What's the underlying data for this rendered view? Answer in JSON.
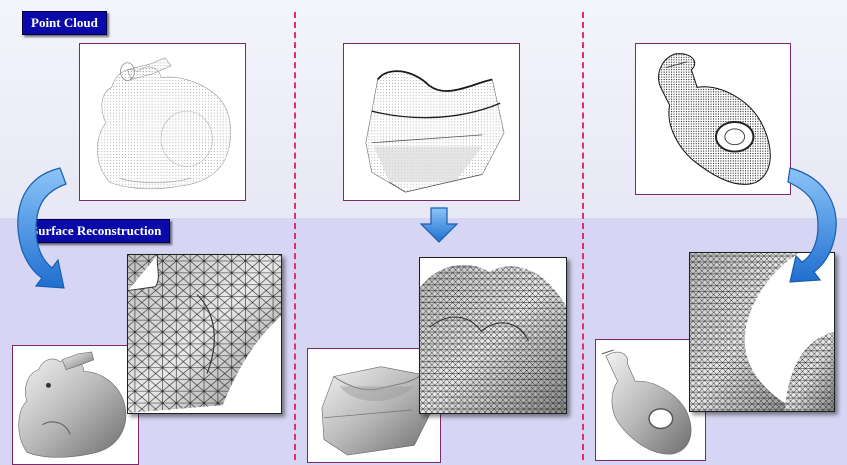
{
  "labels": {
    "point_cloud": "Point Cloud",
    "surface_reconstruction": "Surface Reconstruction"
  },
  "colors": {
    "label_bg": "#0a0aa8",
    "label_text": "#ffffff",
    "top_band": "#ececf8",
    "bottom_band": "#d6d6f4",
    "divider": "#e0306a",
    "frame_border": "#7a2a6a",
    "arrow": "#3c8ce0"
  },
  "panels": {
    "point_clouds": [
      "bunny-point-cloud",
      "dental-model-point-cloud",
      "rocker-arm-point-cloud"
    ],
    "reconstructions": [
      "bunny-surface",
      "bunny-mesh-closeup",
      "dental-model-surface",
      "dental-mesh-closeup",
      "rocker-arm-surface",
      "rocker-arm-mesh-closeup"
    ]
  }
}
